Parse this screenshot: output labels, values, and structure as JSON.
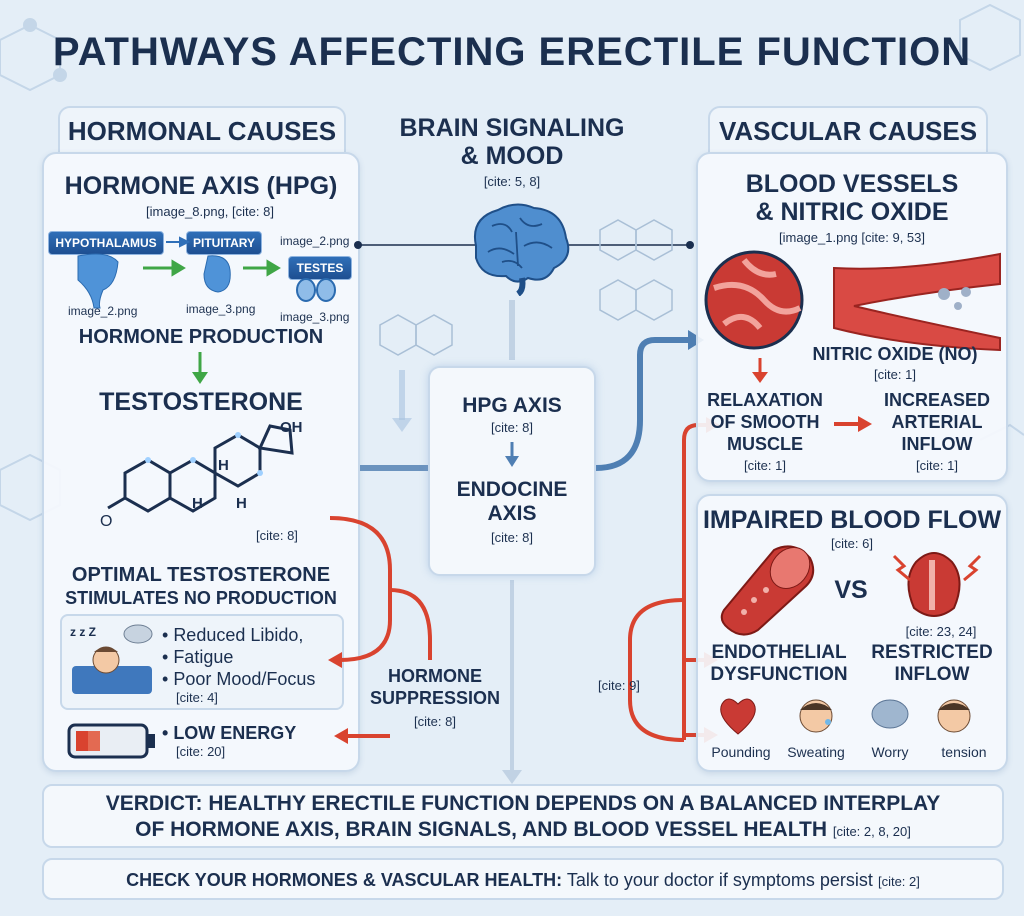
{
  "title": "PATHWAYS AFFECTING ERECTILE FUNCTION",
  "colors": {
    "navy": "#1b2f4f",
    "accent_blue": "#2f6fb8",
    "arrow_red": "#d9432f",
    "arrow_green": "#3fa646",
    "panel_bg": "#f5f9fd"
  },
  "hormonal": {
    "tab_label": "HORMONAL CAUSES",
    "axis_title": "HORMONE AXIS (HPG)",
    "axis_cite": "[image_8.png,  [cite: 8]",
    "hypothalamus_label": "HYPOTHALAMUS",
    "pituitary_label": "PITUITARY",
    "testes_label": "TESTES",
    "img_ref_1": "image_2.png",
    "img_ref_2": "image_3.png",
    "img_ref_3": "image_2.png",
    "img_ref_4": "image_3.png",
    "production_label": "HORMONE PRODUCTION",
    "testosterone_label": "TESTOSTERONE",
    "testosterone_cite": "[cite: 8]",
    "optimal_line1": "OPTIMAL TESTOSTERONE",
    "optimal_line2": "STIMULATES NO PRODUCTION",
    "symptoms": [
      "Reduced Libido,",
      "Fatigue",
      "Poor Mood/Focus"
    ],
    "symptoms_cite": "[cite: 4]",
    "low_energy_label": "LOW ENERGY",
    "low_energy_cite": "[cite: 20]"
  },
  "brain": {
    "title_line1": "BRAIN SIGNALING",
    "title_line2": "& MOOD",
    "cite": "[cite: 5, 8]",
    "hpg_label": "HPG AXIS",
    "hpg_cite": "[cite: 8]",
    "endo_line1": "ENDOCINE",
    "endo_line2": "AXIS",
    "endo_cite": "[cite: 8]",
    "suppression_line1": "HORMONE",
    "suppression_line2": "SUPPRESSION",
    "suppression_cite": "[cite: 8]"
  },
  "vascular": {
    "tab_label": "VASCULAR CAUSES",
    "vessels_line1": "BLOOD VESSELS",
    "vessels_line2": "& NITRIC OXIDE",
    "vessels_cite": "[image_1.png [cite: 9, 53]",
    "no_label": "NITRIC OXIDE (NO)",
    "no_cite": "[cite: 1]",
    "relax_line1": "RELAXATION",
    "relax_line2": "OF SMOOTH",
    "relax_line3": "MUSCLE",
    "relax_cite": "[cite: 1]",
    "inflow_line1": "INCREASED",
    "inflow_line2": "ARTERIAL",
    "inflow_line3": "INFLOW",
    "inflow_cite": "[cite: 1]",
    "impaired_title": "IMPAIRED BLOOD FLOW",
    "impaired_cite": "[cite: 6]",
    "vs_label": "VS",
    "restricted_cite": "[cite: 23, 24]",
    "endo_dys_line1": "ENDOTHELIAL",
    "endo_dys_line2": "DYSFUNCTION",
    "restricted_line1": "RESTRICTED",
    "restricted_line2": "INFLOW",
    "side_cite": "[cite: 9]",
    "symptom_icons": [
      "Pounding",
      "Sweating",
      "Worry",
      "tension"
    ]
  },
  "verdict": {
    "line1": "VERDICT: HEALTHY ERECTILE FUNCTION DEPENDS ON A BALANCED INTERPLAY",
    "line2": "OF HORMONE AXIS, BRAIN SIGNALS, AND BLOOD VESSEL HEALTH",
    "cite": "[cite: 2, 8, 20]"
  },
  "footer": {
    "bold": "CHECK YOUR HORMONES & VASCULAR HEALTH:",
    "normal": "Talk to your doctor if symptoms persist",
    "cite": "[cite: 2]"
  }
}
